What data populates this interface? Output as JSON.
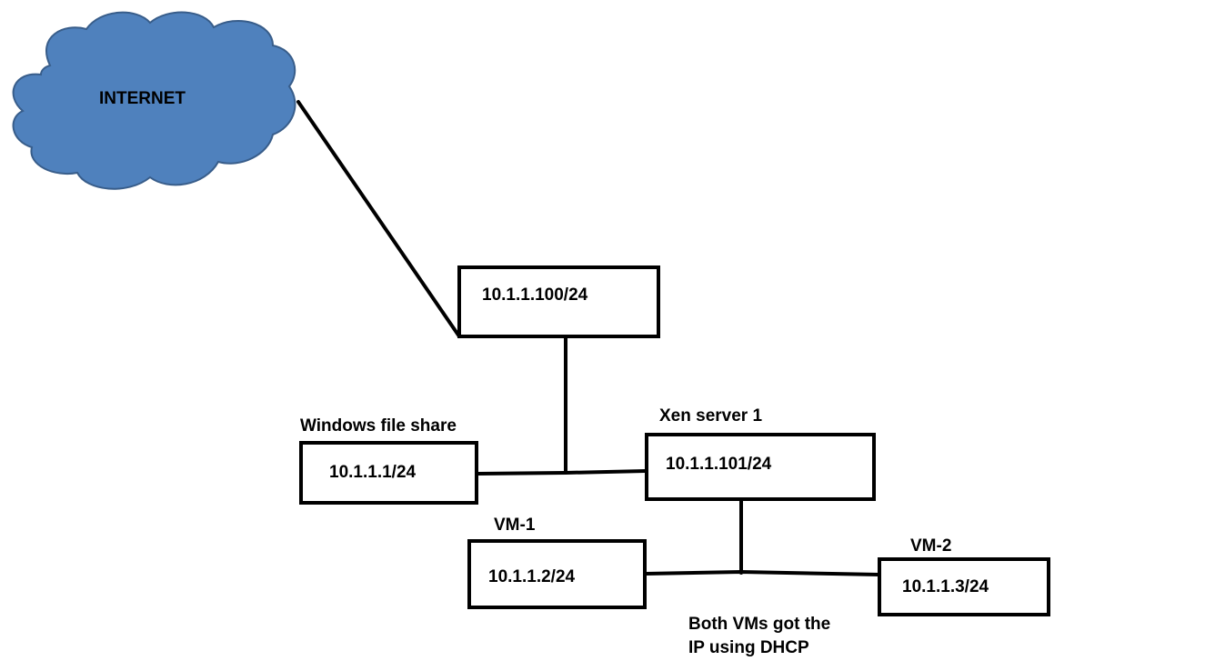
{
  "colors": {
    "cloud_fill": "#4f81bd",
    "cloud_stroke": "#385d8a",
    "line": "#000000",
    "box_fill": "#ffffff"
  },
  "cloud": {
    "icon": "cloud-icon",
    "label": "INTERNET"
  },
  "nodes": {
    "gateway": {
      "ip": "10.1.1.100/24"
    },
    "file_share": {
      "title": "Windows file share",
      "ip": "10.1.1.1/24"
    },
    "xen_server": {
      "title": "Xen server 1",
      "ip": "10.1.1.101/24"
    },
    "vm1": {
      "title": "VM-1",
      "ip": "10.1.1.2/24"
    },
    "vm2": {
      "title": "VM-2",
      "ip": "10.1.1.3/24"
    }
  },
  "note": {
    "line1": "Both VMs got the",
    "line2": "IP using DHCP"
  }
}
